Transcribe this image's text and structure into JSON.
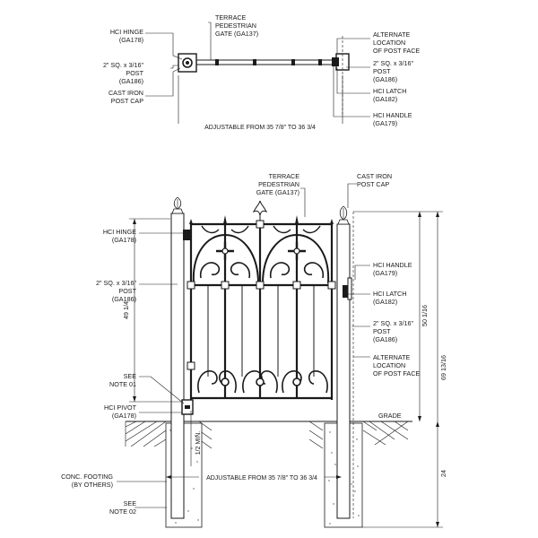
{
  "plan": {
    "left": [
      "HCI HINGE",
      "(GA178)",
      "2\" SQ. x 3/16\"",
      "POST",
      "(GA186)",
      "CAST IRON",
      "POST CAP"
    ],
    "top": [
      "TERRACE",
      "PEDESTRIAN",
      "GATE (GA137)"
    ],
    "right": [
      "ALTERNATE",
      "LOCATION",
      "OF POST FACE",
      "2\" SQ. x 3/16\"",
      "POST",
      "(GA186)",
      "HCI LATCH",
      "(GA182)",
      "HCI HANDLE",
      "(GA179)"
    ],
    "dimension": "ADJUSTABLE FROM 35 7/8\" TO 36 3/4"
  },
  "elevation": {
    "top": [
      "TERRACE",
      "PEDESTRIAN",
      "GATE (GA137)"
    ],
    "post_cap": [
      "CAST IRON",
      "POST CAP"
    ],
    "left": {
      "hinge": [
        "HCI HINGE",
        "(GA178)"
      ],
      "post": [
        "2\" SQ. x 3/16\"",
        "POST",
        "(GA186)"
      ],
      "see_note_01": [
        "SEE",
        "NOTE 01"
      ],
      "pivot": [
        "HCI PIVOT",
        "(GA178)"
      ],
      "footing": [
        "CONC. FOOTING",
        "(BY OTHERS)"
      ],
      "see_note_02": [
        "SEE",
        "NOTE 02"
      ]
    },
    "right": {
      "handle": [
        "HCI HANDLE",
        "(GA179)"
      ],
      "latch": [
        "HCI LATCH",
        "(GA182)"
      ],
      "post": [
        "2\" SQ. x 3/16\"",
        "POST",
        "(GA186)"
      ],
      "alternate": [
        "ALTERNATE",
        "LOCATION",
        "OF POST FACE"
      ],
      "grade": "GRADE"
    },
    "dims": {
      "gate_height": "49 1/4",
      "post_above": "50 1/16",
      "post_total": "69 13/16",
      "embed": "24",
      "min_gap": "1/2 MIN.",
      "width": "ADJUSTABLE FROM 35 7/8\" TO 36 3/4"
    }
  }
}
